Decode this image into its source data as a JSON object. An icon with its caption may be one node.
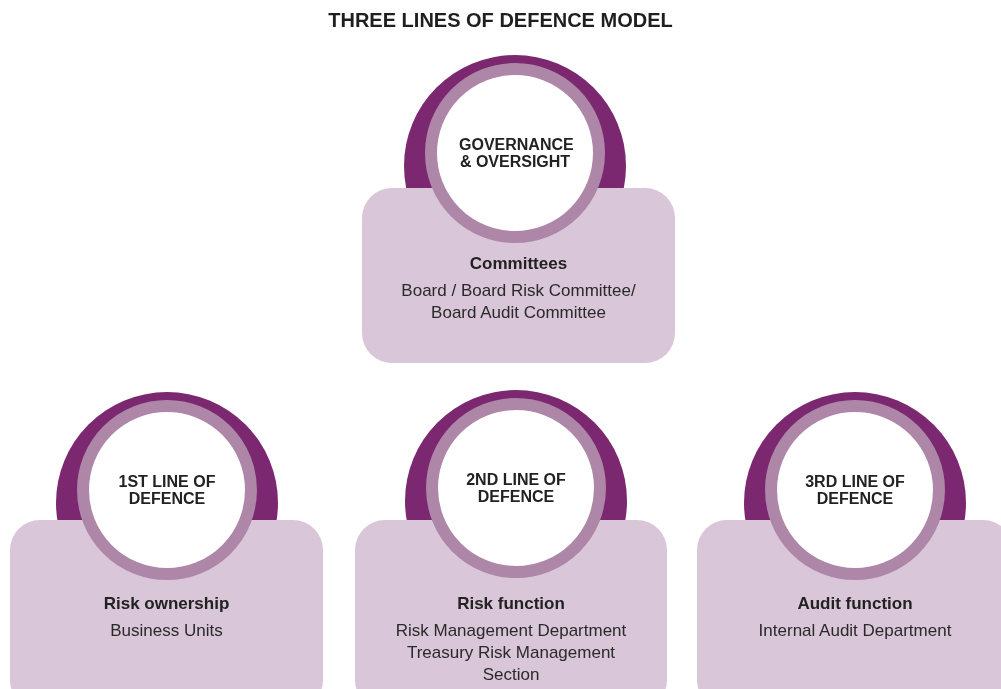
{
  "diagram": {
    "title": "THREE LINES OF DEFENCE MODEL",
    "nodes": [
      {
        "text": [
          "GOVERNANCE & OVERSIGHT"
        ]
      },
      {
        "text": [
          "Committees",
          "Board / Board Risk Committee/ Board Audit Committee"
        ]
      },
      {
        "text": [
          "1ST LINE OF DEFENCE"
        ]
      },
      {
        "text": [
          "Risk ownership",
          "Business Units"
        ]
      },
      {
        "text": [
          "2ND LINE OF DEFENCE"
        ]
      },
      {
        "text": [
          "Risk function",
          "Risk Management Department Treasury Risk Management Section"
        ]
      },
      {
        "text": [
          "3RD LINE OF DEFENCE"
        ]
      },
      {
        "text": [
          "Audit function",
          "Internal Audit Department"
        ]
      }
    ]
  }
}
